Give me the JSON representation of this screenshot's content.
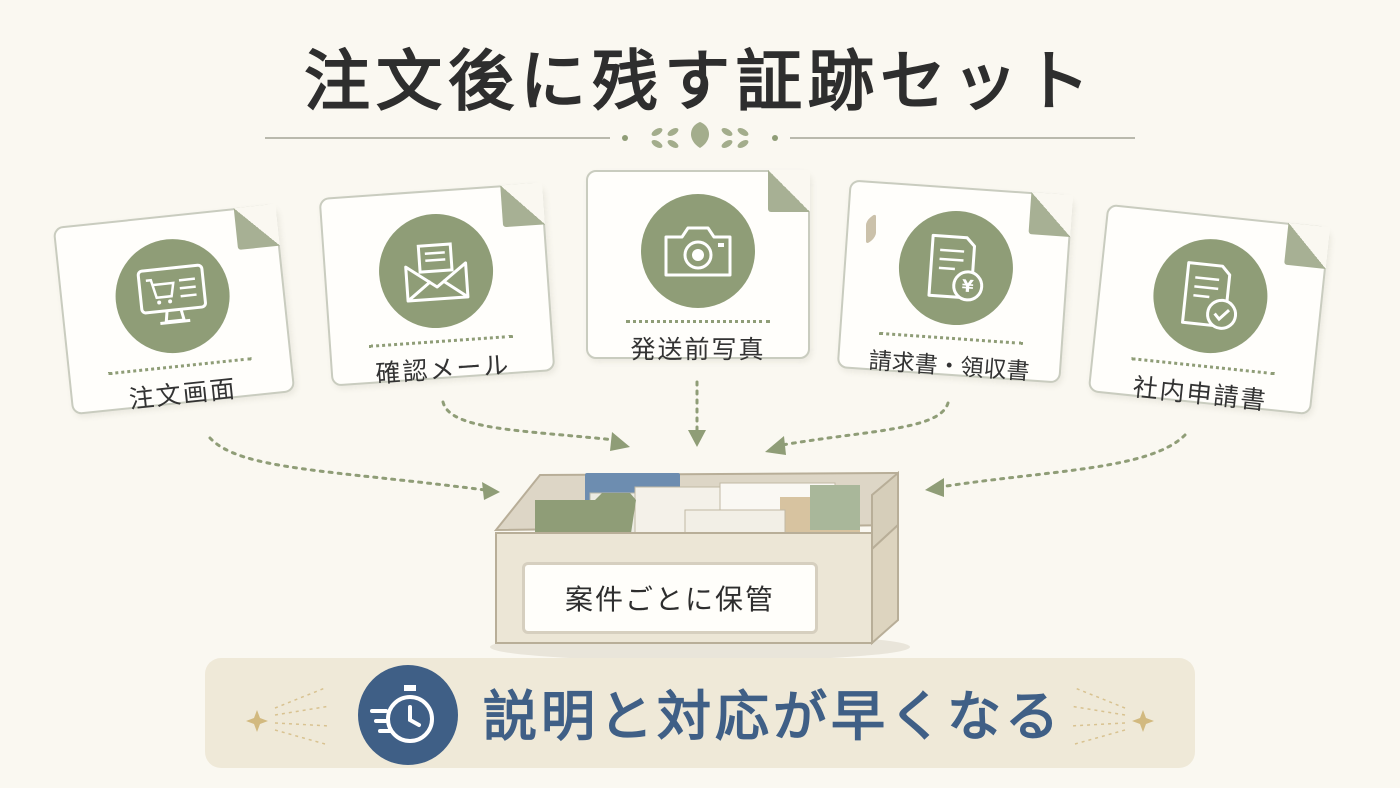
{
  "title": "注文後に残す証跡セット",
  "cards": [
    {
      "label": "注文画面",
      "icon": "computer-cart-icon"
    },
    {
      "label": "確認メール",
      "icon": "envelope-icon"
    },
    {
      "label": "発送前写真",
      "icon": "camera-icon"
    },
    {
      "label": "請求書・領収書",
      "icon": "invoice-yen-icon"
    },
    {
      "label": "社内申請書",
      "icon": "document-check-icon"
    }
  ],
  "storage": {
    "label": "案件ごとに保管",
    "icon": "file-box-icon"
  },
  "result": {
    "text": "説明と対応が早くなる",
    "icon": "stopwatch-icon"
  },
  "colors": {
    "sage": "#8f9d77",
    "navy": "#3f5f86",
    "beige": "#efe9d8",
    "background": "#faf8f1"
  }
}
